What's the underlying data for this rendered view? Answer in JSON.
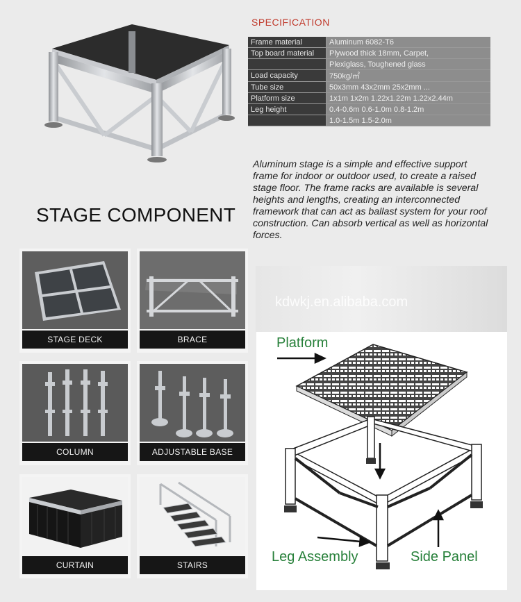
{
  "spec": {
    "title": "SPECIFICATION",
    "rows": [
      {
        "key": "Frame material",
        "value": "Aluminum 6082-T6"
      },
      {
        "key": "Top board material",
        "value": "Plywood thick 18mm, Carpet,"
      },
      {
        "key": "",
        "value": "Plexiglass, Toughened glass"
      },
      {
        "key": "Load capacity",
        "value": "750kg/㎡"
      },
      {
        "key": "Tube size",
        "value": "50x3mm  43x2mm  25x2mm ..."
      },
      {
        "key": "Platform size",
        "value": "1x1m  1x2m  1.22x1.22m  1.22x2.44m"
      },
      {
        "key": "Leg height",
        "value": "0.4-0.6m  0.6-1.0m  0.8-1.2m"
      },
      {
        "key": "",
        "value": "1.0-1.5m  1.5-2.0m"
      }
    ]
  },
  "description": "Aluminum stage is a simple and effective support frame for indoor or outdoor used, to create a raised stage floor. The frame racks are available is several heights and lengths, creating an interconnected framework that can act as ballast system for your roof construction. Can absorb vertical as well as horizontal forces.",
  "component_title": "STAGE COMPONENT",
  "components": [
    {
      "label": "STAGE DECK"
    },
    {
      "label": "BRACE"
    },
    {
      "label": "COLUMN"
    },
    {
      "label": "ADJUSTABLE BASE"
    },
    {
      "label": "CURTAIN"
    },
    {
      "label": "STAIRS"
    }
  ],
  "watermark": "kdwkj.en.alibaba.com",
  "diagram": {
    "platform": "Platform",
    "leg_assembly": "Leg Assembly",
    "side_panel": "Side Panel"
  }
}
